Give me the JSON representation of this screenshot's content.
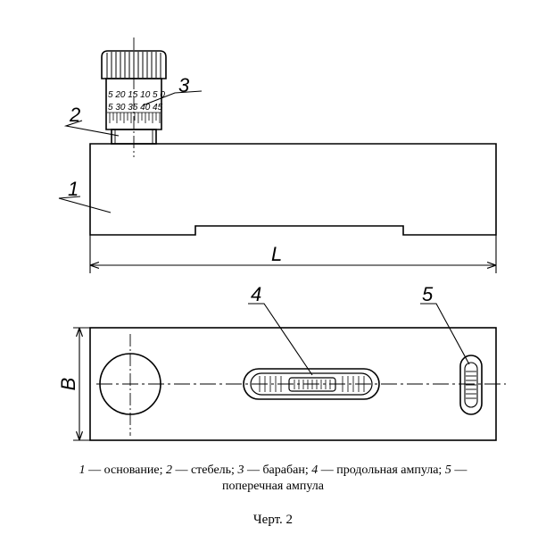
{
  "labels": {
    "base_num": "1",
    "stem_num": "2",
    "drum_num": "3",
    "long_vial_num": "4",
    "cross_vial_num": "5",
    "length_dim": "L",
    "width_dim": "B"
  },
  "drum_scale": {
    "row1": "5 20 15 10 5 0",
    "row2": "5 30 35 40 45"
  },
  "caption": {
    "n1": "1",
    "t1": " — основание; ",
    "n2": "2",
    "t2": " — стебель; ",
    "n3": "3",
    "t3": " — барабан; ",
    "n4": "4",
    "t4": " — продольная ампула; ",
    "n5": "5",
    "t5": " —",
    "line2": "поперечная ампула"
  },
  "figure_number": "Черт. 2"
}
